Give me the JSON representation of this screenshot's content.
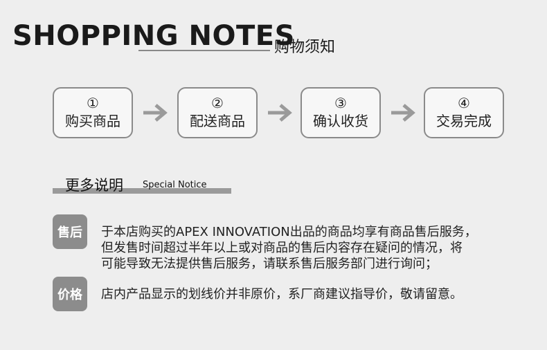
{
  "header": {
    "title_en": "SHOPPING NOTES",
    "title_zh": "购物须知"
  },
  "steps": [
    {
      "num": "①",
      "label": "购买商品"
    },
    {
      "num": "②",
      "label": "配送商品"
    },
    {
      "num": "③",
      "label": "确认收货"
    },
    {
      "num": "④",
      "label": "交易完成"
    }
  ],
  "section": {
    "title_zh": "更多说明",
    "title_en": "Special Notice"
  },
  "notes": [
    {
      "badge": "售后",
      "lines": [
        "于本店购买的APEX INNOVATION出品的商品均享有商品售后服务，",
        "但发售时间超过半年以上或对商品的售后内容存在疑问的情况，将",
        "可能导致无法提供售后服务，请联系售后服务部门进行询问；"
      ]
    },
    {
      "badge": "价格",
      "lines": [
        "店内产品显示的划线价并非原价，系厂商建议指导价，敬请留意。"
      ]
    }
  ],
  "colors": {
    "background": "#eeeeee",
    "badge": "#8c8c8c",
    "border": "#8a8a8a",
    "arrow": "#9a9a9a"
  }
}
